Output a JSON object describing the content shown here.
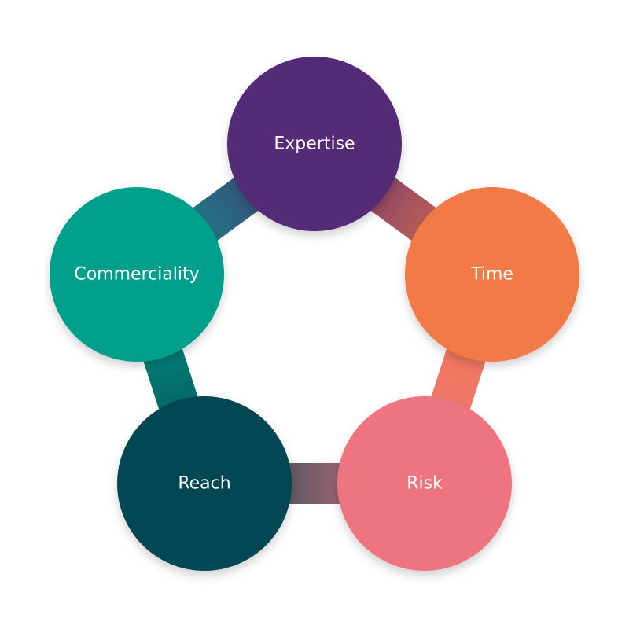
{
  "diagram": {
    "nodes": [
      {
        "id": "expertise",
        "label": "Expertise",
        "color": "#552a76"
      },
      {
        "id": "time",
        "label": "Time",
        "color": "#f27a47"
      },
      {
        "id": "risk",
        "label": "Risk",
        "color": "#ee7580"
      },
      {
        "id": "reach",
        "label": "Reach",
        "color": "#064652"
      },
      {
        "id": "commerciality",
        "label": "Commerciality",
        "color": "#039f8c"
      }
    ],
    "connectors": [
      {
        "from": "expertise",
        "to": "time"
      },
      {
        "from": "time",
        "to": "risk"
      },
      {
        "from": "risk",
        "to": "reach"
      },
      {
        "from": "reach",
        "to": "commerciality"
      },
      {
        "from": "commerciality",
        "to": "expertise"
      }
    ]
  }
}
